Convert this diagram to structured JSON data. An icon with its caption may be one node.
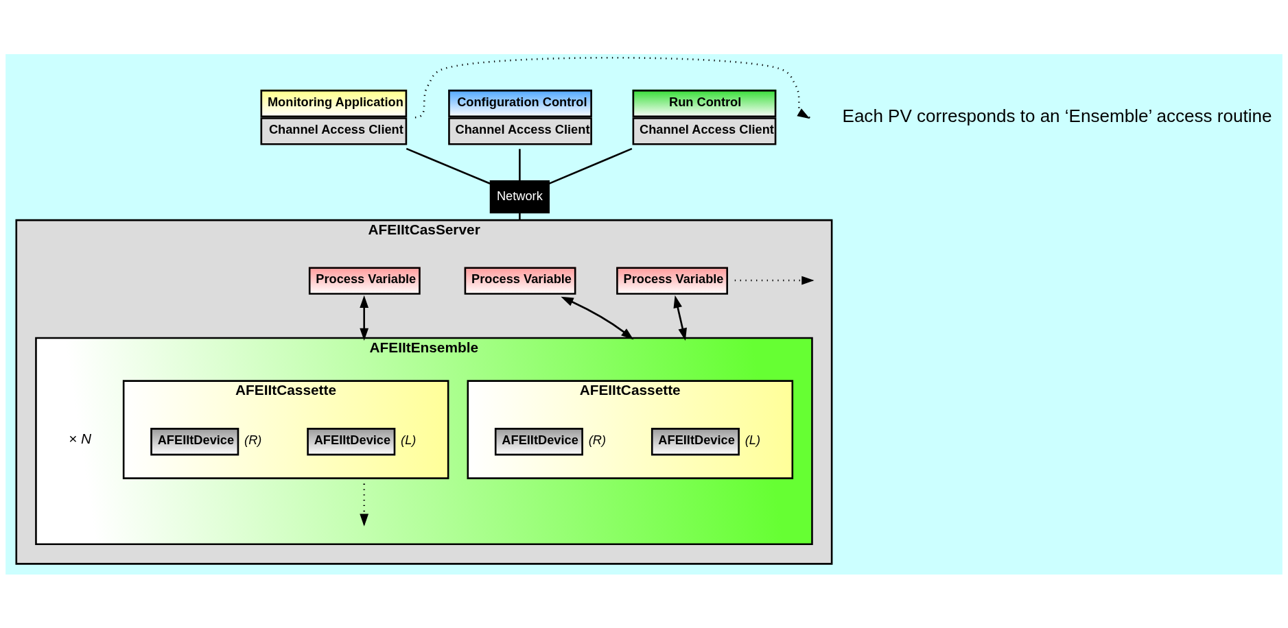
{
  "diagram": {
    "nodes": [
      {
        "text": [
          "Configuration Control",
          "Channel Access Client"
        ]
      },
      {
        "text": [
          "Run Control",
          "Channel Access Client"
        ]
      },
      {
        "text": [
          "Monitoring Application",
          "Channel Access Client"
        ]
      },
      {
        "text": [
          "Network"
        ]
      },
      {
        "text": [
          "AFEIItCasServer"
        ]
      },
      {
        "text": [
          "Process Variable"
        ],
        "in": 4
      },
      {
        "text": [
          "Process Variable"
        ],
        "in": 4
      },
      {
        "text": [
          "Process Variable"
        ],
        "in": 4
      },
      {
        "text": [
          "AFEIItEnsemble"
        ],
        "in": 4
      },
      {
        "text": [
          "AFEIItCassette"
        ],
        "in": 8
      },
      {
        "text": [
          "AFEIItDevice"
        ],
        "in": 9,
        "beside": [
          "(L)"
        ]
      },
      {
        "text": [
          "AFEIItDevice"
        ],
        "in": 9,
        "beside": [
          "(R)"
        ]
      },
      {
        "text": [
          "AFEIItCassette"
        ],
        "in": 8
      },
      {
        "text": [
          "AFEIItDevice"
        ],
        "in": 12,
        "beside": [
          "(L)"
        ]
      },
      {
        "text": [
          "AFEIItDevice"
        ],
        "in": 12,
        "beside": [
          "(R)"
        ]
      }
    ],
    "edges": [
      {
        "from": 0,
        "to": 3,
        "arrow": "none"
      },
      {
        "from": 1,
        "to": 3,
        "arrow": "none"
      },
      {
        "from": 2,
        "to": 3,
        "arrow": "none"
      },
      {
        "from": 3,
        "to": 4,
        "arrow": "none"
      },
      {
        "from": 2,
        "to": null,
        "arrow": "to",
        "style": "dashed"
      },
      {
        "from": 5,
        "to": 8,
        "arrow": "both"
      },
      {
        "from": 6,
        "to": 8,
        "arrow": "both"
      },
      {
        "from": 7,
        "to": 8,
        "arrow": "both"
      },
      {
        "from": 7,
        "to": null,
        "arrow": "to",
        "style": "dashed"
      },
      {
        "from": 12,
        "to": null,
        "arrow": "to",
        "style": "dashed"
      }
    ],
    "labels": [
      "× N",
      "Each PV corresponds to an ‘Ensemble’ access routine"
    ]
  }
}
